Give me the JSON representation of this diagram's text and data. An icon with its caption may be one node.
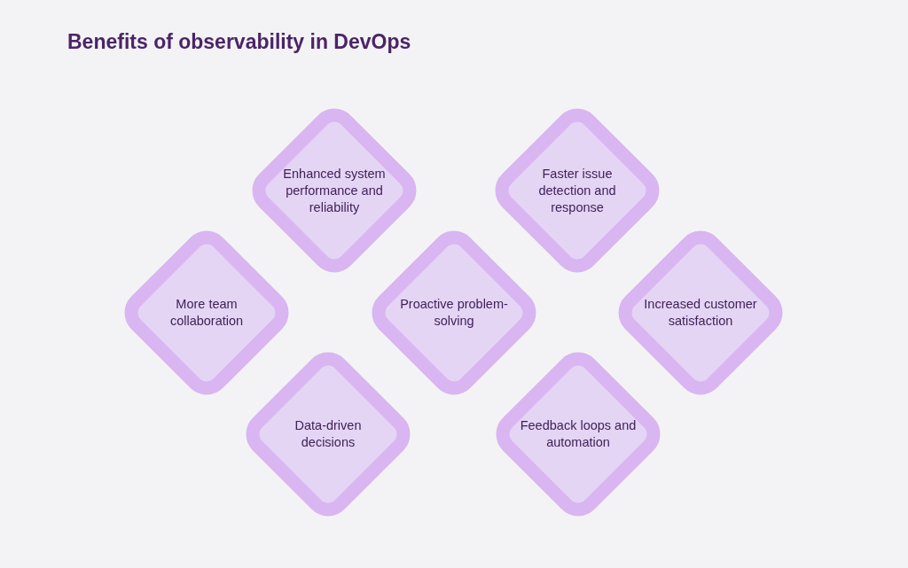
{
  "diagram": {
    "title": "Benefits of observability in DevOps",
    "nodes": [
      {
        "text": [
          "Enhanced system performance and reliability"
        ]
      },
      {
        "text": [
          "Faster issue detection and response"
        ]
      },
      {
        "text": [
          "More team collaboration"
        ]
      },
      {
        "text": [
          "Proactive problem-solving"
        ]
      },
      {
        "text": [
          "Increased customer satisfaction"
        ]
      },
      {
        "text": [
          "Data-driven decisions"
        ]
      },
      {
        "text": [
          "Feedback loops and automation"
        ]
      }
    ]
  }
}
